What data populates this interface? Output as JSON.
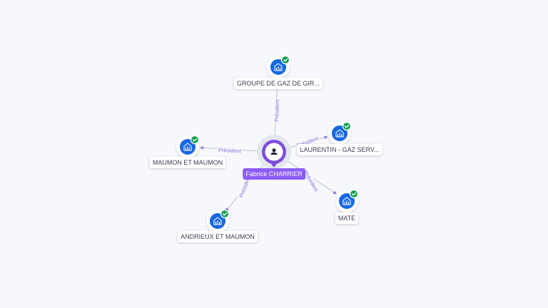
{
  "colors": {
    "background": "#f7f8fc",
    "edge": "#b9bfce",
    "edge_label": "#8b6fe0",
    "person_accent": "#7c4ddb",
    "person_label_bg": "#8b5cf6",
    "company_icon_bg": "#1668e3",
    "check_badge": "#15a050"
  },
  "center": {
    "name": "Fabrice CHARRIER",
    "icon": "person-icon"
  },
  "companies": [
    {
      "id": "groupe",
      "name": "GROUPE DE GAZ DE GIR...",
      "relation": "Président",
      "icon": "building-icon",
      "verified": true
    },
    {
      "id": "laurentin",
      "name": "LAURENTIN - GAZ SERV...",
      "relation": "Président",
      "icon": "building-icon",
      "verified": true
    },
    {
      "id": "maumon",
      "name": "MAUMON ET MAUMON",
      "relation": "Président",
      "icon": "building-icon",
      "verified": true
    },
    {
      "id": "mate",
      "name": "MATE",
      "relation": "Président",
      "icon": "building-icon",
      "verified": true
    },
    {
      "id": "andrieux",
      "name": "ANDRIEUX ET MAUMON",
      "relation": "Président",
      "icon": "building-icon",
      "verified": true
    }
  ]
}
